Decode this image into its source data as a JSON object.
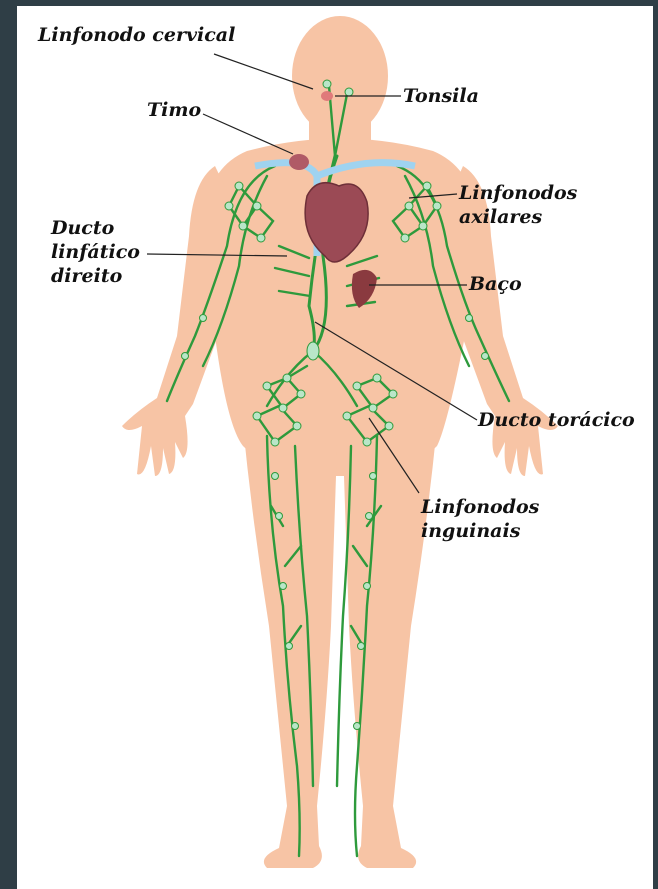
{
  "colors": {
    "page_border": "#2f3e46",
    "background": "#ffffff",
    "skin": "#f7c4a5",
    "lymph_vessel": "#2e9a3c",
    "lymph_node": "#b9e6c8",
    "heart": "#9b4a55",
    "vein": "#9fd3f0",
    "spleen": "#8a3a3f",
    "label_text": "#111111",
    "leader_line": "#222222"
  },
  "labels": {
    "linfonodo_cervical": "Linfonodo cervical",
    "timo": "Timo",
    "tonsila": "Tonsila",
    "linfonodos_axilares": [
      "Linfonodos",
      "axilares"
    ],
    "ducto_linfatico_direito": [
      "Ducto",
      "linfático",
      "direito"
    ],
    "baco": "Baço",
    "ducto_toracico": "Ducto torácico",
    "linfonodos_inguinais": [
      "Linfonodos",
      "inguinais"
    ]
  }
}
